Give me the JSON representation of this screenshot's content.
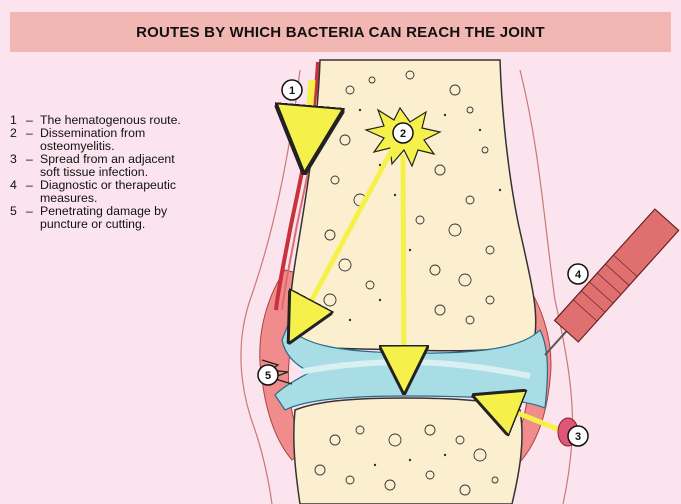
{
  "title": "ROUTES BY WHICH BACTERIA CAN REACH THE JOINT",
  "legend": [
    {
      "num": "1",
      "dash": "–",
      "text": "The hematogenous route."
    },
    {
      "num": "2",
      "dash": "–",
      "text": "Dissemination from\nosteomyelitis."
    },
    {
      "num": "3",
      "dash": "–",
      "text": "Spread from an adjacent\nsoft tissue infection."
    },
    {
      "num": "4",
      "dash": "–",
      "text": "Diagnostic or therapeutic\nmeasures."
    },
    {
      "num": "5",
      "dash": "–",
      "text": "Penetrating damage by\npuncture or cutting."
    }
  ],
  "markers": {
    "m1": "1",
    "m2": "2",
    "m3": "3",
    "m4": "4",
    "m5": "5"
  },
  "colors": {
    "background": "#fbe4ee",
    "title_bar": "#f2b7b2",
    "bone": "#fbefcf",
    "synovial_fluid": "#a8dde6",
    "capsule": "#f08c8c",
    "arrow": "#f6f14a",
    "blood_vessel": "#c8323c"
  }
}
